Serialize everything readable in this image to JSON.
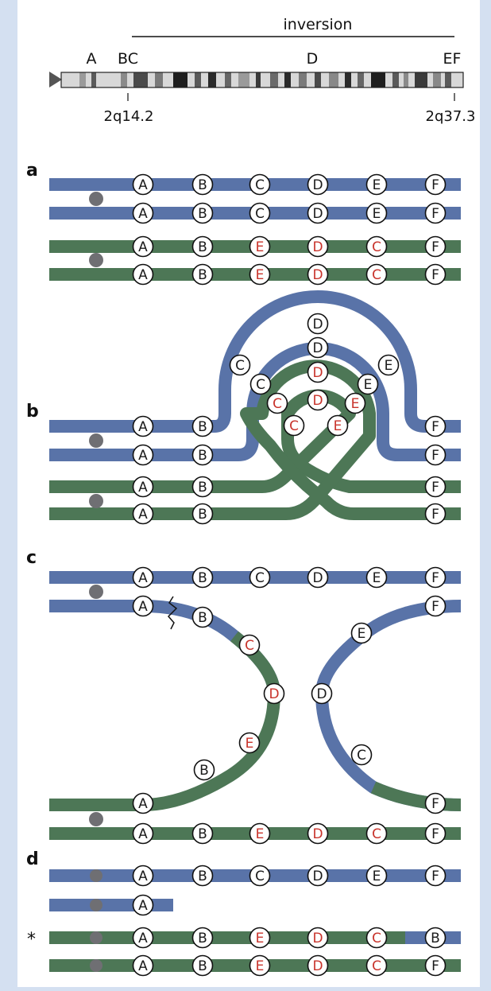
{
  "colors": {
    "background": "#d4e0f1",
    "panel": "#ffffff",
    "blue_strand": "#5973a8",
    "green_strand": "#4d7756",
    "centromere": "#6f6f73",
    "inverted_label": "#c8332b",
    "normal_label": "#1a1a1a"
  },
  "ideogram": {
    "inversion_label": "inversion",
    "region_labels": [
      "A",
      "BC",
      "D",
      "EF"
    ],
    "breakpoint_left": "2q14.2",
    "breakpoint_right": "2q37.3"
  },
  "panels": {
    "a": "a",
    "b": "b",
    "c": "c",
    "d": "d"
  },
  "markers": {
    "normal": [
      "A",
      "B",
      "C",
      "D",
      "E",
      "F"
    ],
    "inverted": [
      "A",
      "B",
      "E",
      "D",
      "C",
      "F"
    ],
    "recombinant_duplication": [
      "A",
      "B",
      "E",
      "D",
      "C",
      "B"
    ],
    "recombinant_deletion": [
      "A"
    ]
  },
  "asterisk": "*"
}
